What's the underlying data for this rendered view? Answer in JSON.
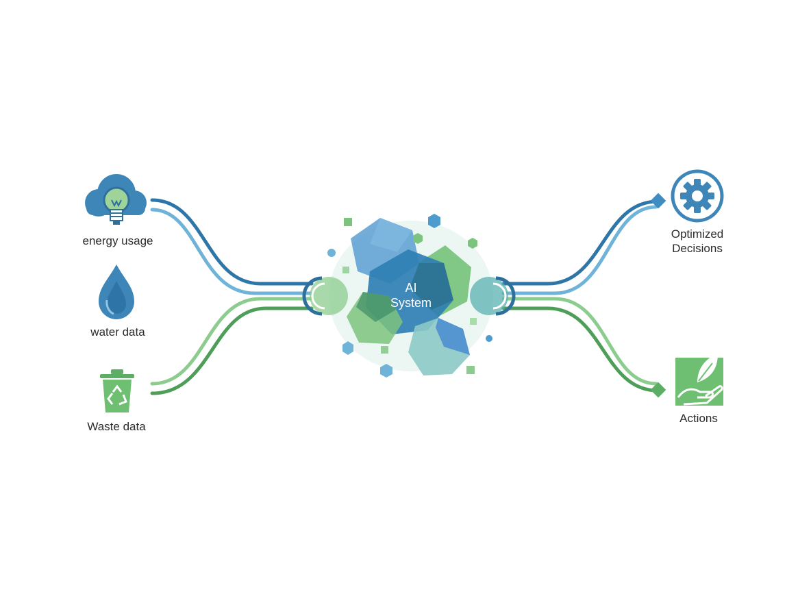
{
  "inputs": {
    "energy": {
      "label": "energy usage",
      "icon": "lightbulb-cloud-icon"
    },
    "water": {
      "label": "water data",
      "icon": "water-drop-icon"
    },
    "waste": {
      "label": "Waste data",
      "icon": "recycle-bin-icon"
    }
  },
  "hub": {
    "line1": "AI",
    "line2": "System"
  },
  "outputs": {
    "decisions": {
      "line1": "Optimized",
      "line2": "Decisions",
      "icon": "gear-icon"
    },
    "actions": {
      "label": "Actions",
      "icon": "hand-leaf-icon"
    }
  },
  "colors": {
    "blue_dark": "#2f76a8",
    "blue_light": "#6fb4d8",
    "green_dark": "#4e9e5a",
    "green_light": "#8ccc8f",
    "teal": "#8cc9c6"
  }
}
